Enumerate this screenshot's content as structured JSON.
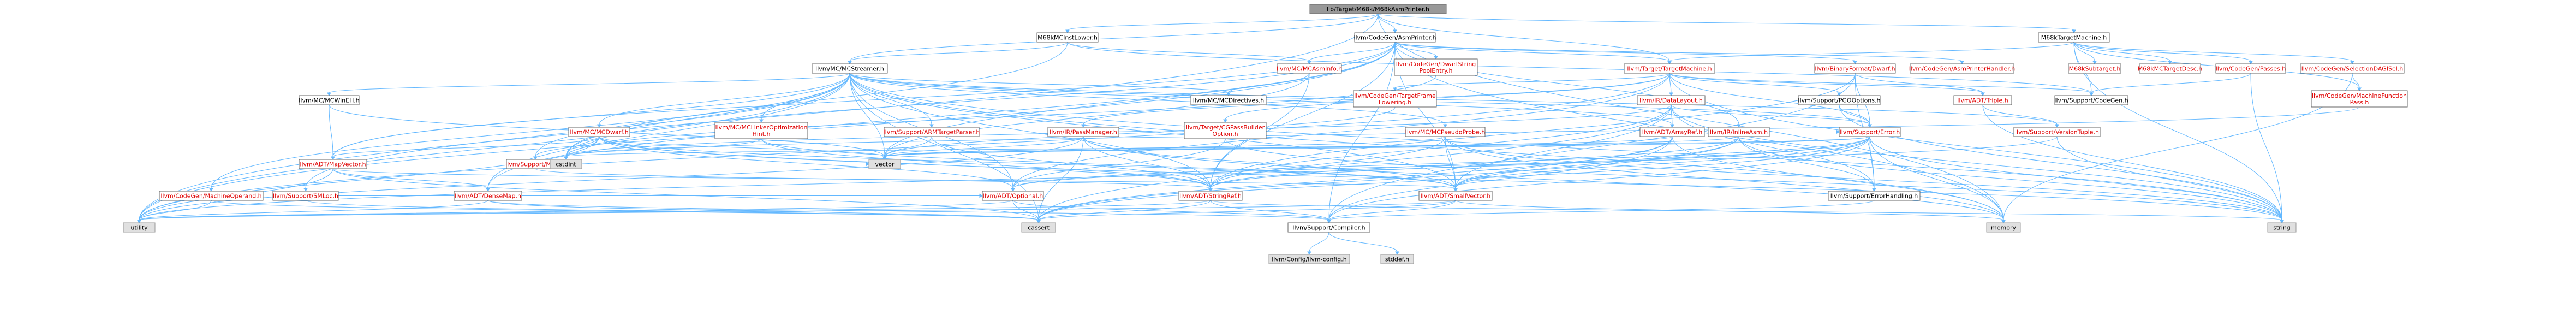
{
  "graph": {
    "colors": {
      "edge": "#63b8ff",
      "root_fill": "#999999",
      "root_stroke": "#666666",
      "node_fill": "#ffffff",
      "node_stroke": "#666666",
      "linked_text": "#e00000",
      "plain_text": "#000000",
      "external_fill": "#e0e0e0",
      "external_stroke": "#999999"
    },
    "nodes": [
      {
        "id": "root",
        "label": "lib/Target/M68k/M68kAsmPrinter.h",
        "kind": "root"
      },
      {
        "id": "mcinstlower",
        "label": "M68kMCInstLower.h",
        "kind": "plain"
      },
      {
        "id": "asmprinter",
        "label": "llvm/CodeGen/AsmPrinter.h",
        "kind": "plain"
      },
      {
        "id": "targetmachine_m68k",
        "label": "M68kTargetMachine.h",
        "kind": "plain"
      },
      {
        "id": "mcstreamer",
        "label": "llvm/MC/MCStreamer.h",
        "kind": "plain"
      },
      {
        "id": "mcasminfo",
        "label": "llvm/MC/MCAsmInfo.h",
        "kind": "linked"
      },
      {
        "id": "dwarfstringpool",
        "label": "llvm/CodeGen/DwarfString\nPoolEntry.h",
        "kind": "linked"
      },
      {
        "id": "target_targetmachine",
        "label": "llvm/Target/TargetMachine.h",
        "kind": "linked"
      },
      {
        "id": "binaryformat_dwarf",
        "label": "llvm/BinaryFormat/Dwarf.h",
        "kind": "linked"
      },
      {
        "id": "asmprinterhandler",
        "label": "llvm/CodeGen/AsmPrinterHandler.h",
        "kind": "linked"
      },
      {
        "id": "m68ksubtarget",
        "label": "M68kSubtarget.h",
        "kind": "linked"
      },
      {
        "id": "m68ktargetdesc",
        "label": "M68kMCTargetDesc.h",
        "kind": "linked"
      },
      {
        "id": "codegen_passes",
        "label": "llvm/CodeGen/Passes.h",
        "kind": "linked"
      },
      {
        "id": "selectiondagisel",
        "label": "llvm/CodeGen/SelectionDAGISel.h",
        "kind": "linked"
      },
      {
        "id": "support_codegen",
        "label": "llvm/Support/CodeGen.h",
        "kind": "plain"
      },
      {
        "id": "mfpass",
        "label": "llvm/CodeGen/MachineFunction\nPass.h",
        "kind": "linked"
      },
      {
        "id": "targetframelowering",
        "label": "llvm/CodeGen/TargetFrame\nLowering.h",
        "kind": "linked"
      },
      {
        "id": "ir_datalayout",
        "label": "llvm/IR/DataLayout.h",
        "kind": "linked"
      },
      {
        "id": "pgooptions",
        "label": "llvm/Support/PGOOptions.h",
        "kind": "plain"
      },
      {
        "id": "adt_triple",
        "label": "llvm/ADT/Triple.h",
        "kind": "linked"
      },
      {
        "id": "versiontuple",
        "label": "llvm/Support/VersionTuple.h",
        "kind": "linked"
      },
      {
        "id": "mcwinEH",
        "label": "llvm/MC/MCWinEH.h",
        "kind": "plain"
      },
      {
        "id": "mcdwarf",
        "label": "llvm/MC/MCDwarf.h",
        "kind": "linked"
      },
      {
        "id": "mcdirectives",
        "label": "llvm/MC/MCDirectives.h",
        "kind": "plain"
      },
      {
        "id": "mclinkeropt",
        "label": "llvm/MC/MCLinkerOptimization\nHint.h",
        "kind": "linked"
      },
      {
        "id": "armtargetparser",
        "label": "llvm/Support/ARMTargetParser.h",
        "kind": "linked"
      },
      {
        "id": "passmanager",
        "label": "llvm/IR/PassManager.h",
        "kind": "linked"
      },
      {
        "id": "cgpassbuilder",
        "label": "llvm/Target/CGPassBuilder\nOption.h",
        "kind": "linked"
      },
      {
        "id": "mcpseudoprobe",
        "label": "llvm/MC/MCPseudoProbe.h",
        "kind": "linked"
      },
      {
        "id": "arrayref",
        "label": "llvm/ADT/ArrayRef.h",
        "kind": "linked"
      },
      {
        "id": "inlineasm",
        "label": "llvm/IR/InlineAsm.h",
        "kind": "linked"
      },
      {
        "id": "support_error",
        "label": "llvm/Support/Error.h",
        "kind": "linked"
      },
      {
        "id": "mapvector",
        "label": "llvm/ADT/MapVector.h",
        "kind": "linked"
      },
      {
        "id": "md5",
        "label": "llvm/Support/MD5.h",
        "kind": "linked"
      },
      {
        "id": "machineoperand",
        "label": "llvm/CodeGen/MachineOperand.h",
        "kind": "linked"
      },
      {
        "id": "smloc",
        "label": "llvm/Support/SMLoc.h",
        "kind": "linked"
      },
      {
        "id": "densemap",
        "label": "llvm/ADT/DenseMap.h",
        "kind": "linked"
      },
      {
        "id": "optional",
        "label": "llvm/ADT/Optional.h",
        "kind": "linked"
      },
      {
        "id": "stringref",
        "label": "llvm/ADT/StringRef.h",
        "kind": "linked"
      },
      {
        "id": "smallvector",
        "label": "llvm/ADT/SmallVector.h",
        "kind": "linked"
      },
      {
        "id": "errorhandling",
        "label": "llvm/Support/ErrorHandling.h",
        "kind": "plain"
      },
      {
        "id": "compiler",
        "label": "llvm/Support/Compiler.h",
        "kind": "plain"
      },
      {
        "id": "config",
        "label": "llvm/Config/llvm-config.h",
        "kind": "external"
      },
      {
        "id": "stddef",
        "label": "stddef.h",
        "kind": "external"
      },
      {
        "id": "cstdint",
        "label": "cstdint",
        "kind": "external"
      },
      {
        "id": "vector",
        "label": "vector",
        "kind": "external"
      },
      {
        "id": "utility",
        "label": "utility",
        "kind": "external"
      },
      {
        "id": "cassert",
        "label": "cassert",
        "kind": "external"
      },
      {
        "id": "memory",
        "label": "memory",
        "kind": "external"
      },
      {
        "id": "string",
        "label": "string",
        "kind": "external"
      }
    ],
    "edges": [
      [
        "root",
        "mcinstlower"
      ],
      [
        "root",
        "asmprinter"
      ],
      [
        "root",
        "targetmachine_m68k"
      ],
      [
        "root",
        "mcstreamer"
      ],
      [
        "root",
        "target_targetmachine"
      ],
      [
        "root",
        "memory"
      ],
      [
        "root",
        "utility"
      ],
      [
        "mcinstlower",
        "mcasminfo"
      ],
      [
        "mcinstlower",
        "mcstreamer"
      ],
      [
        "mcinstlower",
        "support_codegen"
      ],
      [
        "mcinstlower",
        "cstdint"
      ],
      [
        "asmprinter",
        "dwarfstringpool"
      ],
      [
        "asmprinter",
        "target_targetmachine"
      ],
      [
        "asmprinter",
        "binaryformat_dwarf"
      ],
      [
        "asmprinter",
        "asmprinterhandler"
      ],
      [
        "asmprinter",
        "mapvector"
      ],
      [
        "asmprinter",
        "smallvector"
      ],
      [
        "asmprinter",
        "densemap"
      ],
      [
        "asmprinter",
        "stringref"
      ],
      [
        "asmprinter",
        "mcasminfo"
      ],
      [
        "asmprinter",
        "inlineasm"
      ],
      [
        "asmprinter",
        "cstdint"
      ],
      [
        "asmprinter",
        "memory"
      ],
      [
        "asmprinter",
        "utility"
      ],
      [
        "asmprinter",
        "vector"
      ],
      [
        "asmprinter",
        "compiler"
      ],
      [
        "targetmachine_m68k",
        "m68ksubtarget"
      ],
      [
        "targetmachine_m68k",
        "m68ktargetdesc"
      ],
      [
        "targetmachine_m68k",
        "codegen_passes"
      ],
      [
        "targetmachine_m68k",
        "selectiondagisel"
      ],
      [
        "targetmachine_m68k",
        "target_targetmachine"
      ],
      [
        "targetmachine_m68k",
        "support_codegen"
      ],
      [
        "targetmachine_m68k",
        "mfpass"
      ],
      [
        "targetmachine_m68k",
        "string"
      ],
      [
        "mcstreamer",
        "mcwinEH"
      ],
      [
        "mcstreamer",
        "mcdwarf"
      ],
      [
        "mcstreamer",
        "mcdirectives"
      ],
      [
        "mcstreamer",
        "mclinkeropt"
      ],
      [
        "mcstreamer",
        "armtargetparser"
      ],
      [
        "mcstreamer",
        "mcpseudoprobe"
      ],
      [
        "mcstreamer",
        "arrayref"
      ],
      [
        "mcstreamer",
        "smallvector"
      ],
      [
        "mcstreamer",
        "optional"
      ],
      [
        "mcstreamer",
        "stringref"
      ],
      [
        "mcstreamer",
        "md5"
      ],
      [
        "mcstreamer",
        "smloc"
      ],
      [
        "mcstreamer",
        "mapvector"
      ],
      [
        "mcstreamer",
        "support_error"
      ],
      [
        "mcstreamer",
        "versiontuple"
      ],
      [
        "mcstreamer",
        "cassert"
      ],
      [
        "mcstreamer",
        "cstdint"
      ],
      [
        "mcstreamer",
        "memory"
      ],
      [
        "mcstreamer",
        "string"
      ],
      [
        "mcstreamer",
        "utility"
      ],
      [
        "mcstreamer",
        "vector"
      ],
      [
        "mcstreamer",
        "densemap"
      ],
      [
        "mcstreamer",
        "machineoperand"
      ],
      [
        "mcasminfo",
        "mcdirectives"
      ],
      [
        "mcasminfo",
        "stringref"
      ],
      [
        "mcasminfo",
        "vector"
      ],
      [
        "target_targetmachine",
        "targetframelowering"
      ],
      [
        "target_targetmachine",
        "ir_datalayout"
      ],
      [
        "target_targetmachine",
        "pgooptions"
      ],
      [
        "target_targetmachine",
        "adt_triple"
      ],
      [
        "target_targetmachine",
        "support_codegen"
      ],
      [
        "target_targetmachine",
        "passmanager"
      ],
      [
        "target_targetmachine",
        "cgpassbuilder"
      ],
      [
        "target_targetmachine",
        "support_error"
      ],
      [
        "target_targetmachine",
        "optional"
      ],
      [
        "target_targetmachine",
        "string"
      ],
      [
        "target_targetmachine",
        "utility"
      ],
      [
        "binaryformat_dwarf",
        "support_error"
      ],
      [
        "binaryformat_dwarf",
        "adt_triple"
      ],
      [
        "binaryformat_dwarf",
        "errorhandling"
      ],
      [
        "binaryformat_dwarf",
        "compiler"
      ],
      [
        "binaryformat_dwarf",
        "stringref"
      ],
      [
        "ir_datalayout",
        "arrayref"
      ],
      [
        "ir_datalayout",
        "stringref"
      ],
      [
        "ir_datalayout",
        "smallvector"
      ],
      [
        "ir_datalayout",
        "support_error"
      ],
      [
        "ir_datalayout",
        "errorhandling"
      ],
      [
        "ir_datalayout",
        "cassert"
      ],
      [
        "ir_datalayout",
        "cstdint"
      ],
      [
        "ir_datalayout",
        "string"
      ],
      [
        "adt_triple",
        "versiontuple"
      ],
      [
        "adt_triple",
        "string"
      ],
      [
        "pgooptions",
        "support_error"
      ],
      [
        "pgooptions",
        "string"
      ],
      [
        "support_error",
        "compiler"
      ],
      [
        "support_error",
        "errorhandling"
      ],
      [
        "support_error",
        "cassert"
      ],
      [
        "support_error",
        "memory"
      ],
      [
        "support_error",
        "string"
      ],
      [
        "support_error",
        "utility"
      ],
      [
        "support_error",
        "vector"
      ],
      [
        "support_error",
        "optional"
      ],
      [
        "support_error",
        "stringref"
      ],
      [
        "support_error",
        "smallvector"
      ],
      [
        "support_error",
        "cstdint"
      ],
      [
        "mcdwarf",
        "mapvector"
      ],
      [
        "mcdwarf",
        "md5"
      ],
      [
        "mcdwarf",
        "optional"
      ],
      [
        "mcdwarf",
        "stringref"
      ],
      [
        "mcdwarf",
        "smallvector"
      ],
      [
        "mcdwarf",
        "support_error"
      ],
      [
        "mcdwarf",
        "string"
      ],
      [
        "mcdwarf",
        "vector"
      ],
      [
        "mcdwarf",
        "cstdint"
      ],
      [
        "mcdwarf",
        "utility"
      ],
      [
        "mcwinEH",
        "mapvector"
      ],
      [
        "mcwinEH",
        "vector"
      ],
      [
        "mapvector",
        "smallvector"
      ],
      [
        "mapvector",
        "densemap"
      ],
      [
        "mapvector",
        "vector"
      ],
      [
        "mapvector",
        "utility"
      ],
      [
        "mapvector",
        "cassert"
      ],
      [
        "mapvector",
        "cstdint"
      ],
      [
        "arrayref",
        "compiler"
      ],
      [
        "arrayref",
        "smallvector"
      ],
      [
        "arrayref",
        "cassert"
      ],
      [
        "arrayref",
        "vector"
      ],
      [
        "arrayref",
        "memory"
      ],
      [
        "inlineasm",
        "smallvector"
      ],
      [
        "inlineasm",
        "stringref"
      ],
      [
        "inlineasm",
        "errorhandling"
      ],
      [
        "inlineasm",
        "cassert"
      ],
      [
        "inlineasm",
        "string"
      ],
      [
        "inlineasm",
        "vector"
      ],
      [
        "passmanager",
        "smallvector"
      ],
      [
        "passmanager",
        "stringref"
      ],
      [
        "passmanager",
        "vector"
      ],
      [
        "passmanager",
        "memory"
      ],
      [
        "passmanager",
        "utility"
      ],
      [
        "passmanager",
        "cassert"
      ],
      [
        "mclinkeropt",
        "stringref"
      ],
      [
        "mclinkeropt",
        "smallvector"
      ],
      [
        "mclinkeropt",
        "cstdint"
      ],
      [
        "armtargetparser",
        "stringref"
      ],
      [
        "armtargetparser",
        "vector"
      ],
      [
        "mcpseudoprobe",
        "smallvector"
      ],
      [
        "mcpseudoprobe",
        "stringref"
      ],
      [
        "mcpseudoprobe",
        "vector"
      ],
      [
        "mcpseudoprobe",
        "string"
      ],
      [
        "mcpseudoprobe",
        "memory"
      ],
      [
        "cgpassbuilder",
        "optional"
      ],
      [
        "cgpassbuilder",
        "string"
      ],
      [
        "md5",
        "stringref"
      ],
      [
        "md5",
        "cstdint"
      ],
      [
        "densemap",
        "compiler"
      ],
      [
        "densemap",
        "utility"
      ],
      [
        "densemap",
        "cassert"
      ],
      [
        "optional",
        "compiler"
      ],
      [
        "optional",
        "utility"
      ],
      [
        "optional",
        "cassert"
      ],
      [
        "stringref",
        "compiler"
      ],
      [
        "stringref",
        "string"
      ],
      [
        "stringref",
        "utility"
      ],
      [
        "stringref",
        "cassert"
      ],
      [
        "smallvector",
        "compiler"
      ],
      [
        "smallvector",
        "cassert"
      ],
      [
        "smallvector",
        "memory"
      ],
      [
        "smallvector",
        "utility"
      ],
      [
        "errorhandling",
        "compiler"
      ],
      [
        "compiler",
        "config"
      ],
      [
        "compiler",
        "stddef"
      ],
      [
        "smloc",
        "optional"
      ],
      [
        "smloc",
        "cassert"
      ],
      [
        "machineoperand",
        "cassert"
      ],
      [
        "machineoperand",
        "utility"
      ],
      [
        "versiontuple",
        "optional"
      ],
      [
        "versiontuple",
        "string"
      ],
      [
        "mfpass",
        "cstdint"
      ],
      [
        "selectiondagisel",
        "memory"
      ],
      [
        "selectiondagisel",
        "mfpass"
      ],
      [
        "codegen_passes",
        "string"
      ],
      [
        "codegen_passes",
        "support_codegen"
      ],
      [
        "targetframelowering",
        "vector"
      ],
      [
        "dwarfstringpool",
        "cstdint"
      ]
    ]
  }
}
